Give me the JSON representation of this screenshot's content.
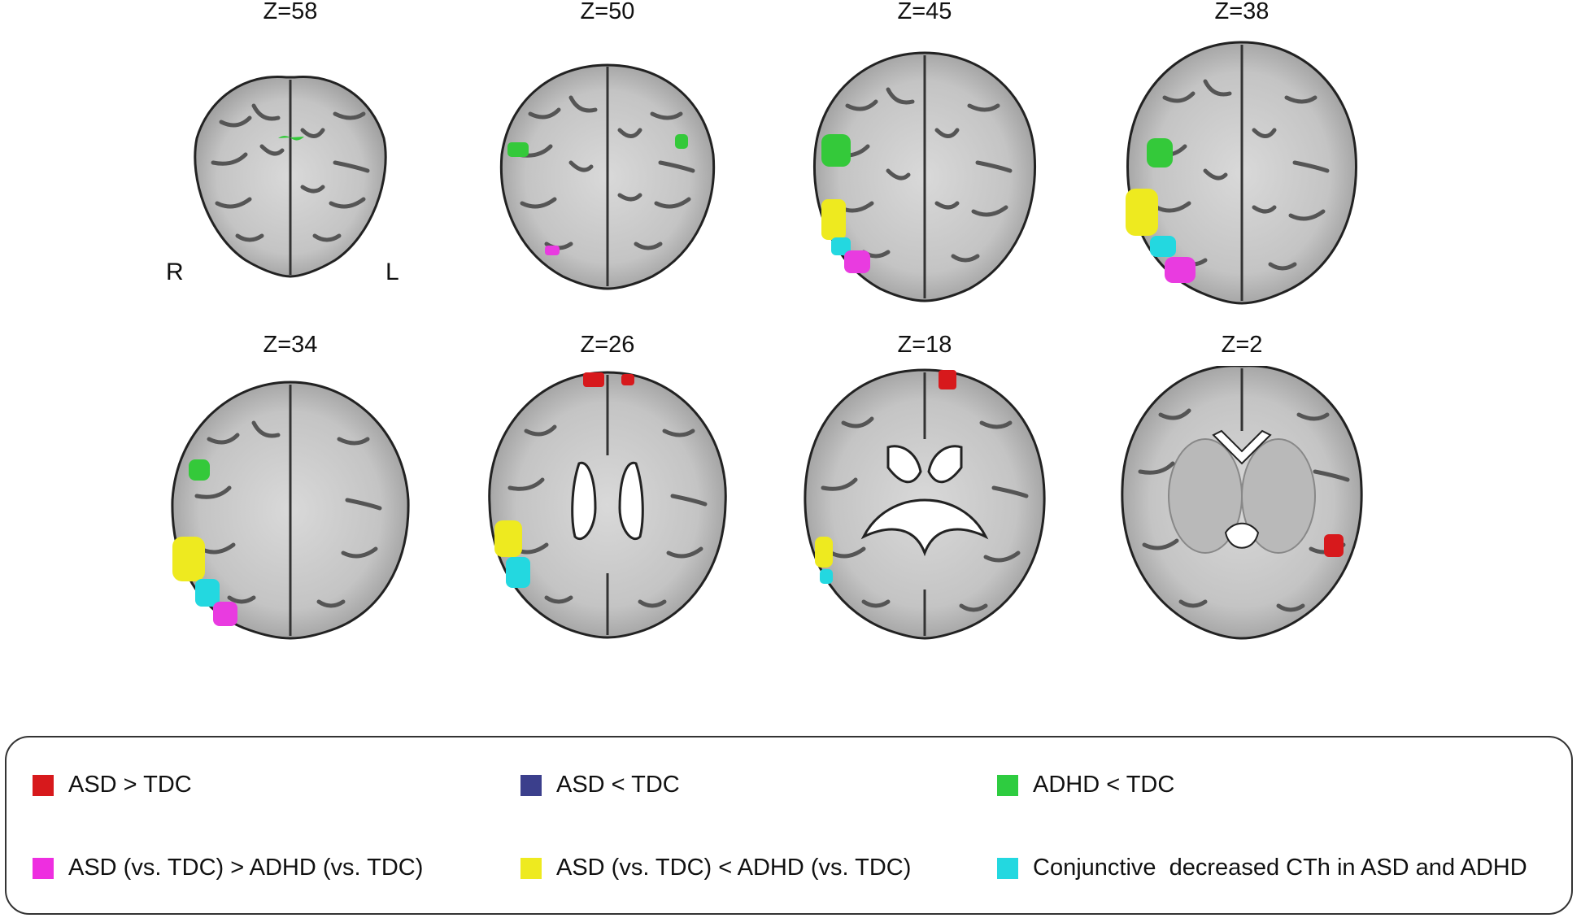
{
  "slices": [
    {
      "id": "z58",
      "label": "Z=58"
    },
    {
      "id": "z50",
      "label": "Z=50"
    },
    {
      "id": "z45",
      "label": "Z=45"
    },
    {
      "id": "z38",
      "label": "Z=38"
    },
    {
      "id": "z34",
      "label": "Z=34"
    },
    {
      "id": "z26",
      "label": "Z=26"
    },
    {
      "id": "z18",
      "label": "Z=18"
    },
    {
      "id": "z2",
      "label": "Z=2"
    }
  ],
  "orientation": {
    "right": "R",
    "left": "L"
  },
  "legend": [
    {
      "label": "ASD > TDC",
      "color": "#d7191c"
    },
    {
      "label": "ASD < TDC",
      "color": "#3b3f8c"
    },
    {
      "label": "ADHD < TDC",
      "color": "#2ecc40"
    },
    {
      "label": "ASD (vs. TDC) > ADHD (vs. TDC)",
      "color": "#ee2ee0"
    },
    {
      "label": "ASD (vs. TDC) < ADHD (vs. TDC)",
      "color": "#eeea1f"
    },
    {
      "label": "Conjunctive  decreased CTh in ASD and ADHD",
      "color": "#23d8e0"
    }
  ]
}
